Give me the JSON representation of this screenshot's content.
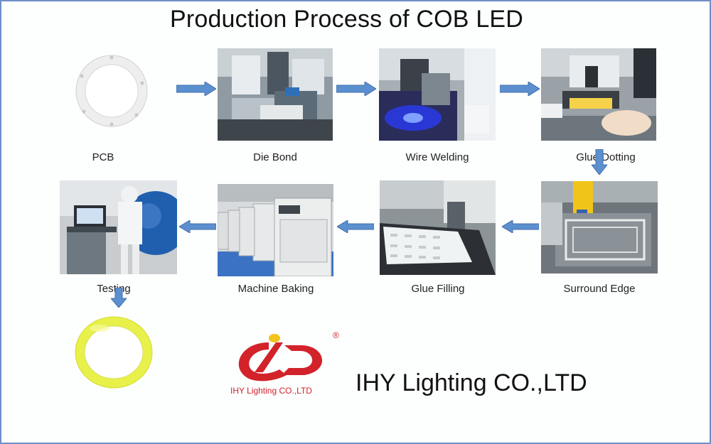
{
  "title": "Production Process of COB LED",
  "steps": [
    {
      "label": "PCB"
    },
    {
      "label": "Die Bond"
    },
    {
      "label": "Wire Welding"
    },
    {
      "label": "Glue Dotting"
    },
    {
      "label": "Surround Edge"
    },
    {
      "label": "Glue Filling"
    },
    {
      "label": "Machine Baking"
    },
    {
      "label": "Testing"
    }
  ],
  "logo": {
    "text": "IHY Lighting CO.,LTD",
    "mark": "®"
  },
  "company": "IHY Lighting CO.,LTD",
  "colors": {
    "arrow": "#5b8fd0",
    "frame": "#6f8fc6",
    "logo_red": "#d2232a",
    "led_yellow": "#e8f04a"
  }
}
